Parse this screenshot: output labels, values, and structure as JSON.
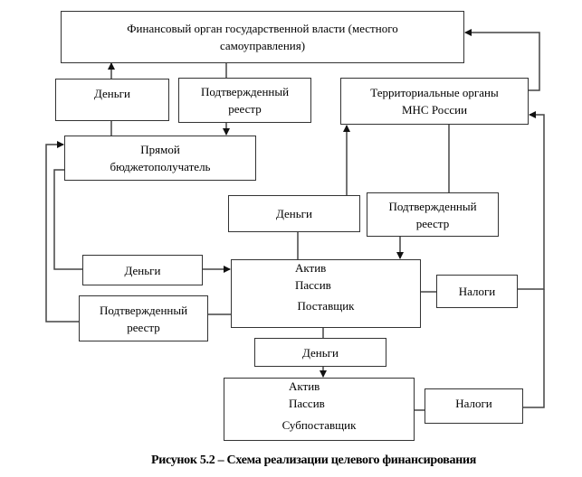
{
  "nodes": {
    "finance_body": {
      "line1": "Финансовый орган государственной власти (местного",
      "line2": "самоуправления)"
    },
    "money_top": "Деньги",
    "confirmed_registry_top": {
      "line1": "Подтвержденный",
      "line2": "реестр"
    },
    "tax_authority": {
      "line1": "Территориальные органы",
      "line2": "МНС России"
    },
    "direct_recipient": {
      "line1": "Прямой",
      "line2": "бюджетополучатель"
    },
    "money_mid": "Деньги",
    "confirmed_registry_right": {
      "line1": "Подтвержденный",
      "line2": "реестр"
    },
    "money_left": "Деньги",
    "supplier": {
      "asset": "Актив",
      "liability": "Пассив",
      "name": "Поставщик"
    },
    "taxes_supplier": "Налоги",
    "confirmed_registry_left": {
      "line1": "Подтвержденный",
      "line2": "реестр"
    },
    "money_lower": "Деньги",
    "subsupplier": {
      "asset": "Актив",
      "liability": "Пассив",
      "name": "Субпоставщик"
    },
    "taxes_subsupplier": "Налоги"
  },
  "caption": "Рисунок  5.2 – Схема реализации целевого финансирования"
}
